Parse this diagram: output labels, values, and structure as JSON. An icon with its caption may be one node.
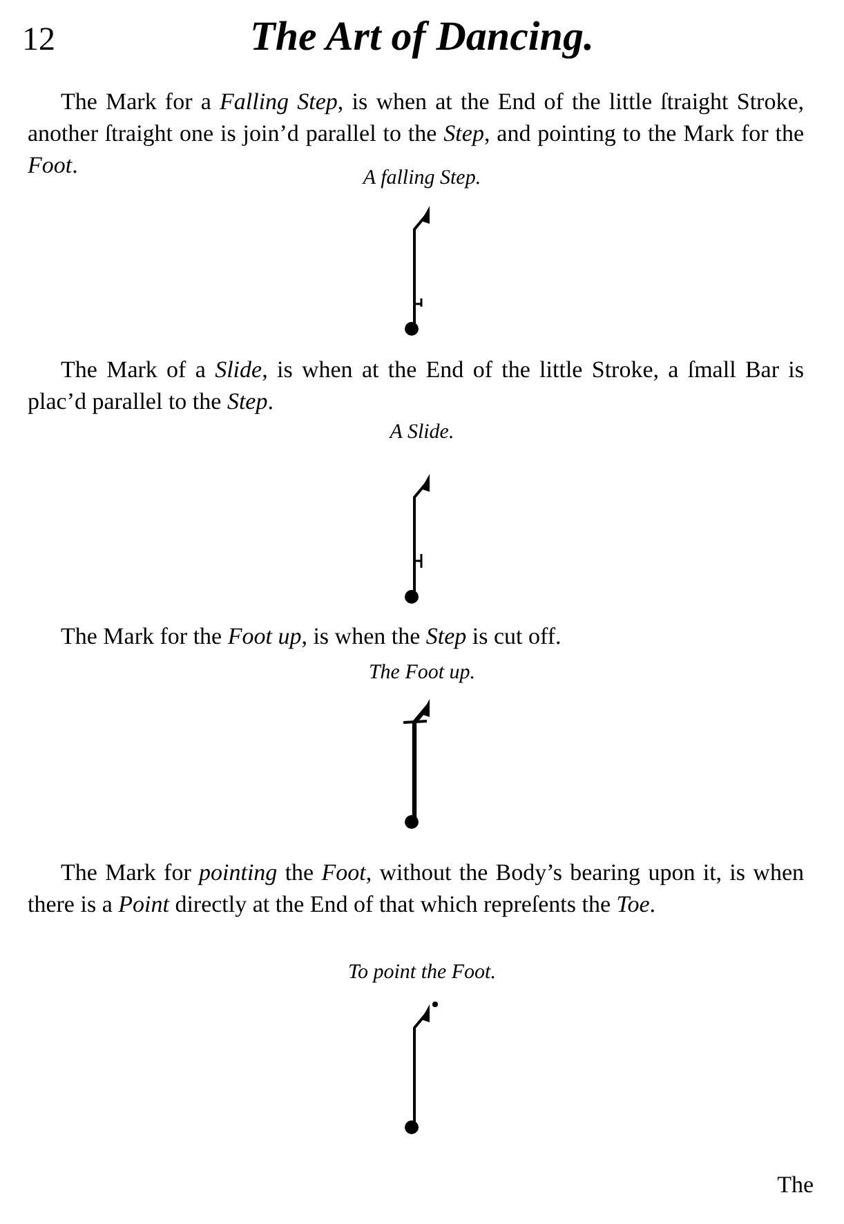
{
  "diagram": {
    "title": "The Art of Dancing.",
    "labels": [
      "12",
      "The Mark for a *Falling Step*, is when at the End of the little ſtraight Stroke, another ſtraight one is join’d parallel to the *Step*, and pointing to the Mark for the *Foot*.",
      "A falling Step.",
      "The Mark of a *Slide*, is when at the End of the little Stroke, a ſmall Bar is plac’d parallel to the *Step*.",
      "A Slide.",
      "The Mark for the *Foot up*, is when the *Step* is cut off.",
      "The Foot up.",
      "The Mark for *pointing* the *Foot*, without the Body’s bearing upon it, is when there is a *Point* directly at the End of that which repreſents the *Toe*.",
      "To point the Foot.",
      "The"
    ]
  }
}
